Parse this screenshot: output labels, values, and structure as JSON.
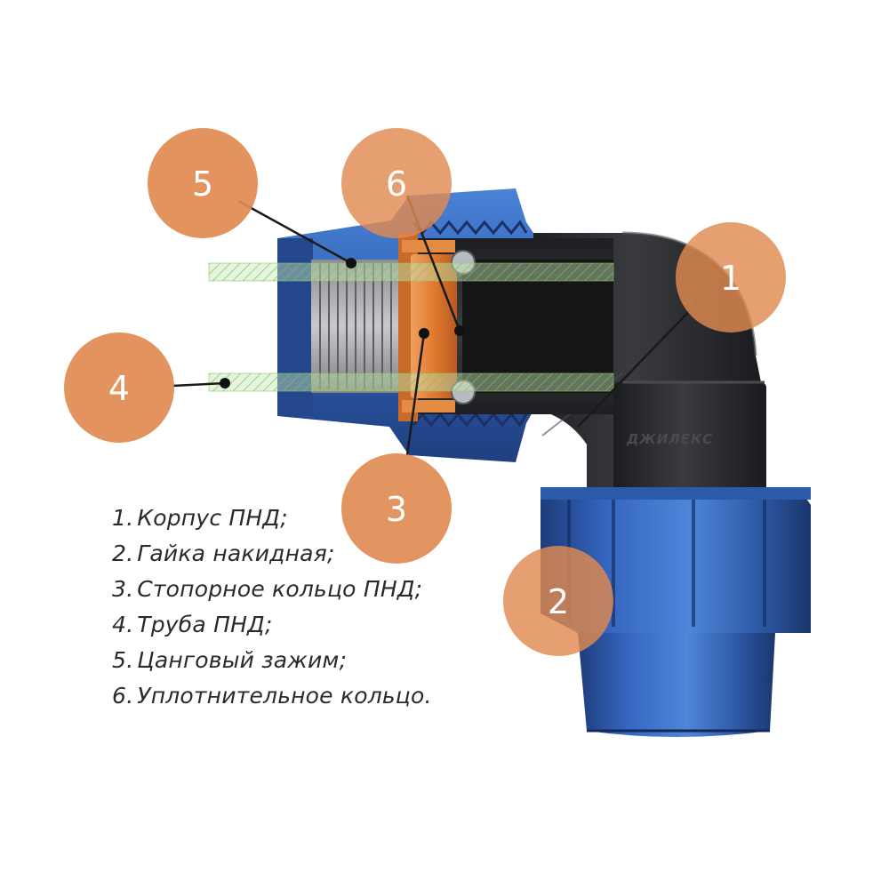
{
  "diagram": {
    "brand": "ДЖИЛЕКС",
    "markers": [
      {
        "id": "1",
        "label": "1"
      },
      {
        "id": "2",
        "label": "2"
      },
      {
        "id": "3",
        "label": "3"
      },
      {
        "id": "4",
        "label": "4"
      },
      {
        "id": "5",
        "label": "5"
      },
      {
        "id": "6",
        "label": "6"
      }
    ],
    "legend": [
      {
        "num": "1.",
        "text": "Корпус ПНД;"
      },
      {
        "num": "2.",
        "text": "Гайка накидная;"
      },
      {
        "num": "3.",
        "text": "Стопорное кольцо ПНД;"
      },
      {
        "num": "4.",
        "text": "Труба ПНД;"
      },
      {
        "num": "5.",
        "text": "Цанговый зажим;"
      },
      {
        "num": "6.",
        "text": "Уплотнительное кольцо."
      }
    ],
    "colors": {
      "marker": "#e08a50",
      "body": "#2b2c30",
      "nut": "#2f5fb0",
      "ring": "#e8873a",
      "pipe": "#9bd07a"
    }
  }
}
